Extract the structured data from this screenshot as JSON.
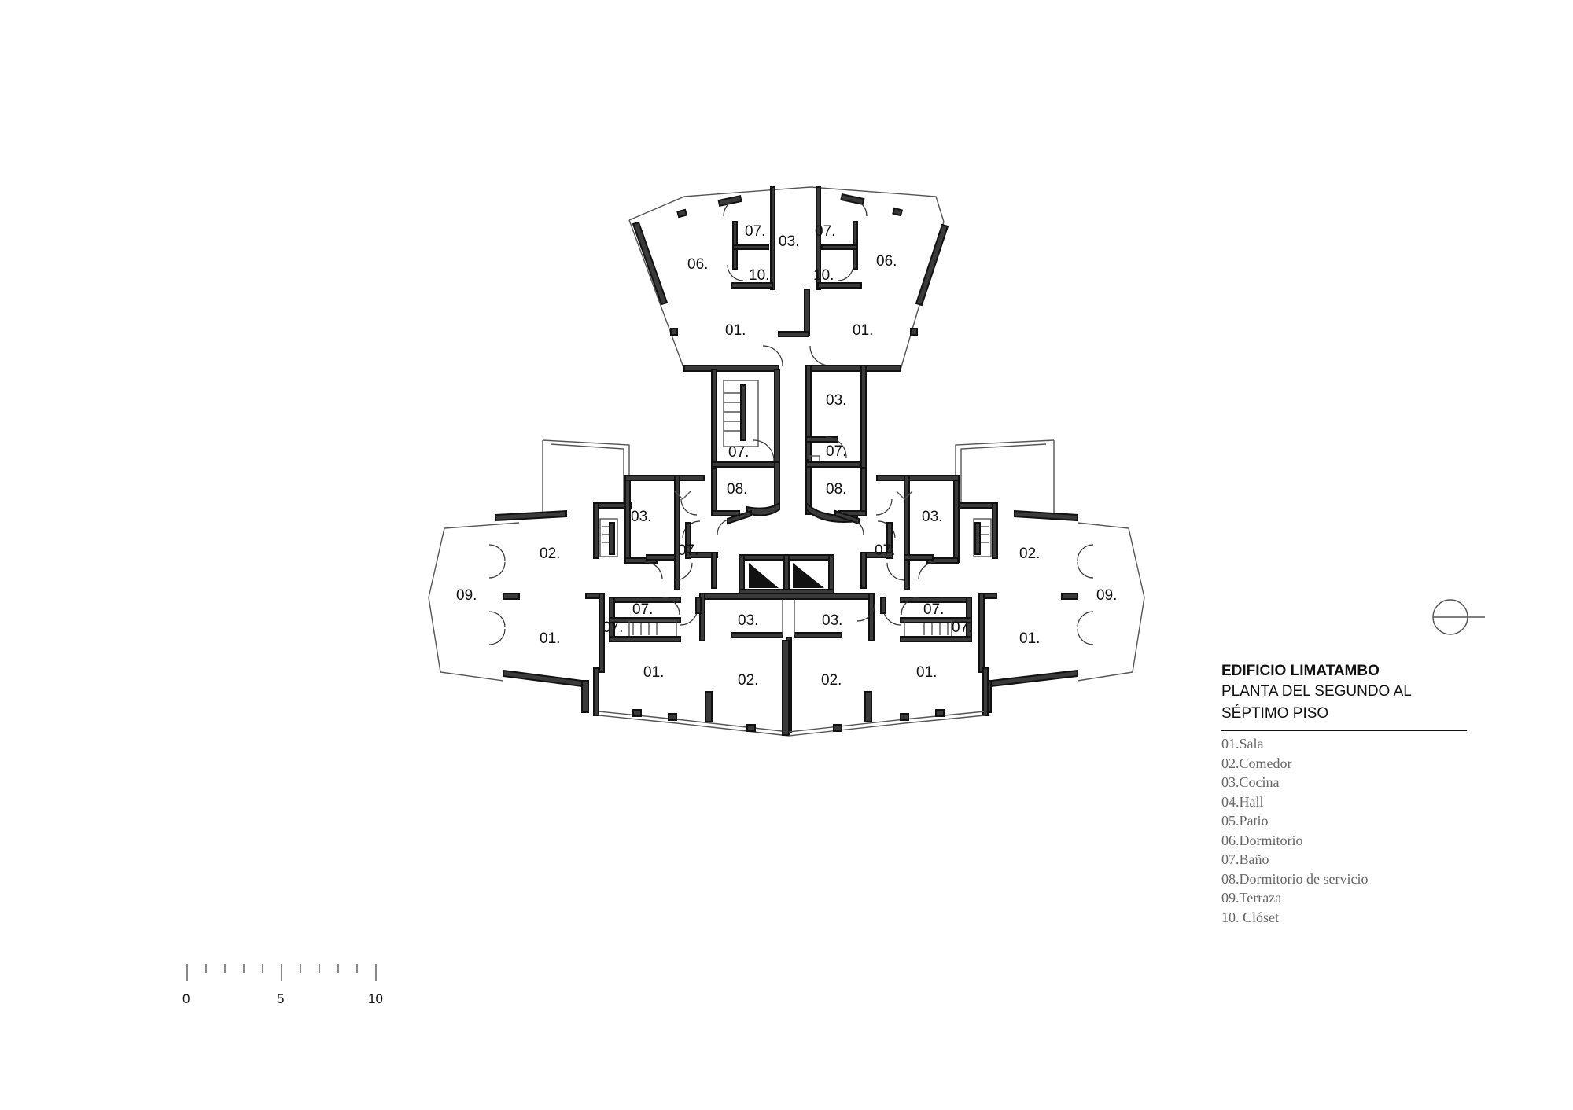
{
  "title_block": {
    "title": "EDIFICIO LIMATAMBO",
    "subtitle_line1": "PLANTA DEL SEGUNDO AL",
    "subtitle_line2": "SÉPTIMO PISO"
  },
  "legend": [
    "01.Sala",
    "02.Comedor",
    "03.Cocina",
    "04.Hall",
    "05.Patio",
    "06.Dormitorio",
    "07.Baño",
    "08.Dormitorio de servicio",
    "09.Terraza",
    "10. Clóset"
  ],
  "scale_bar": {
    "labels": [
      "0",
      "5",
      "10"
    ]
  },
  "room_labels": [
    "07.",
    "03.",
    "07.",
    "06.",
    "06.",
    "10.",
    "10.",
    "01.",
    "01.",
    "03.",
    "07.",
    "07.",
    "08.",
    "08.",
    "03.",
    "03.",
    "07.",
    "07.",
    "02.",
    "02.",
    "09.",
    "09.",
    "01.",
    "01.",
    "07.",
    "07.",
    "07.",
    "07.",
    "03.",
    "03.",
    "01.",
    "02.",
    "02.",
    "01."
  ],
  "colors": {
    "walls": "#3a3a3a",
    "lines": "#555555",
    "legend_text": "#666666",
    "background": "#ffffff"
  }
}
